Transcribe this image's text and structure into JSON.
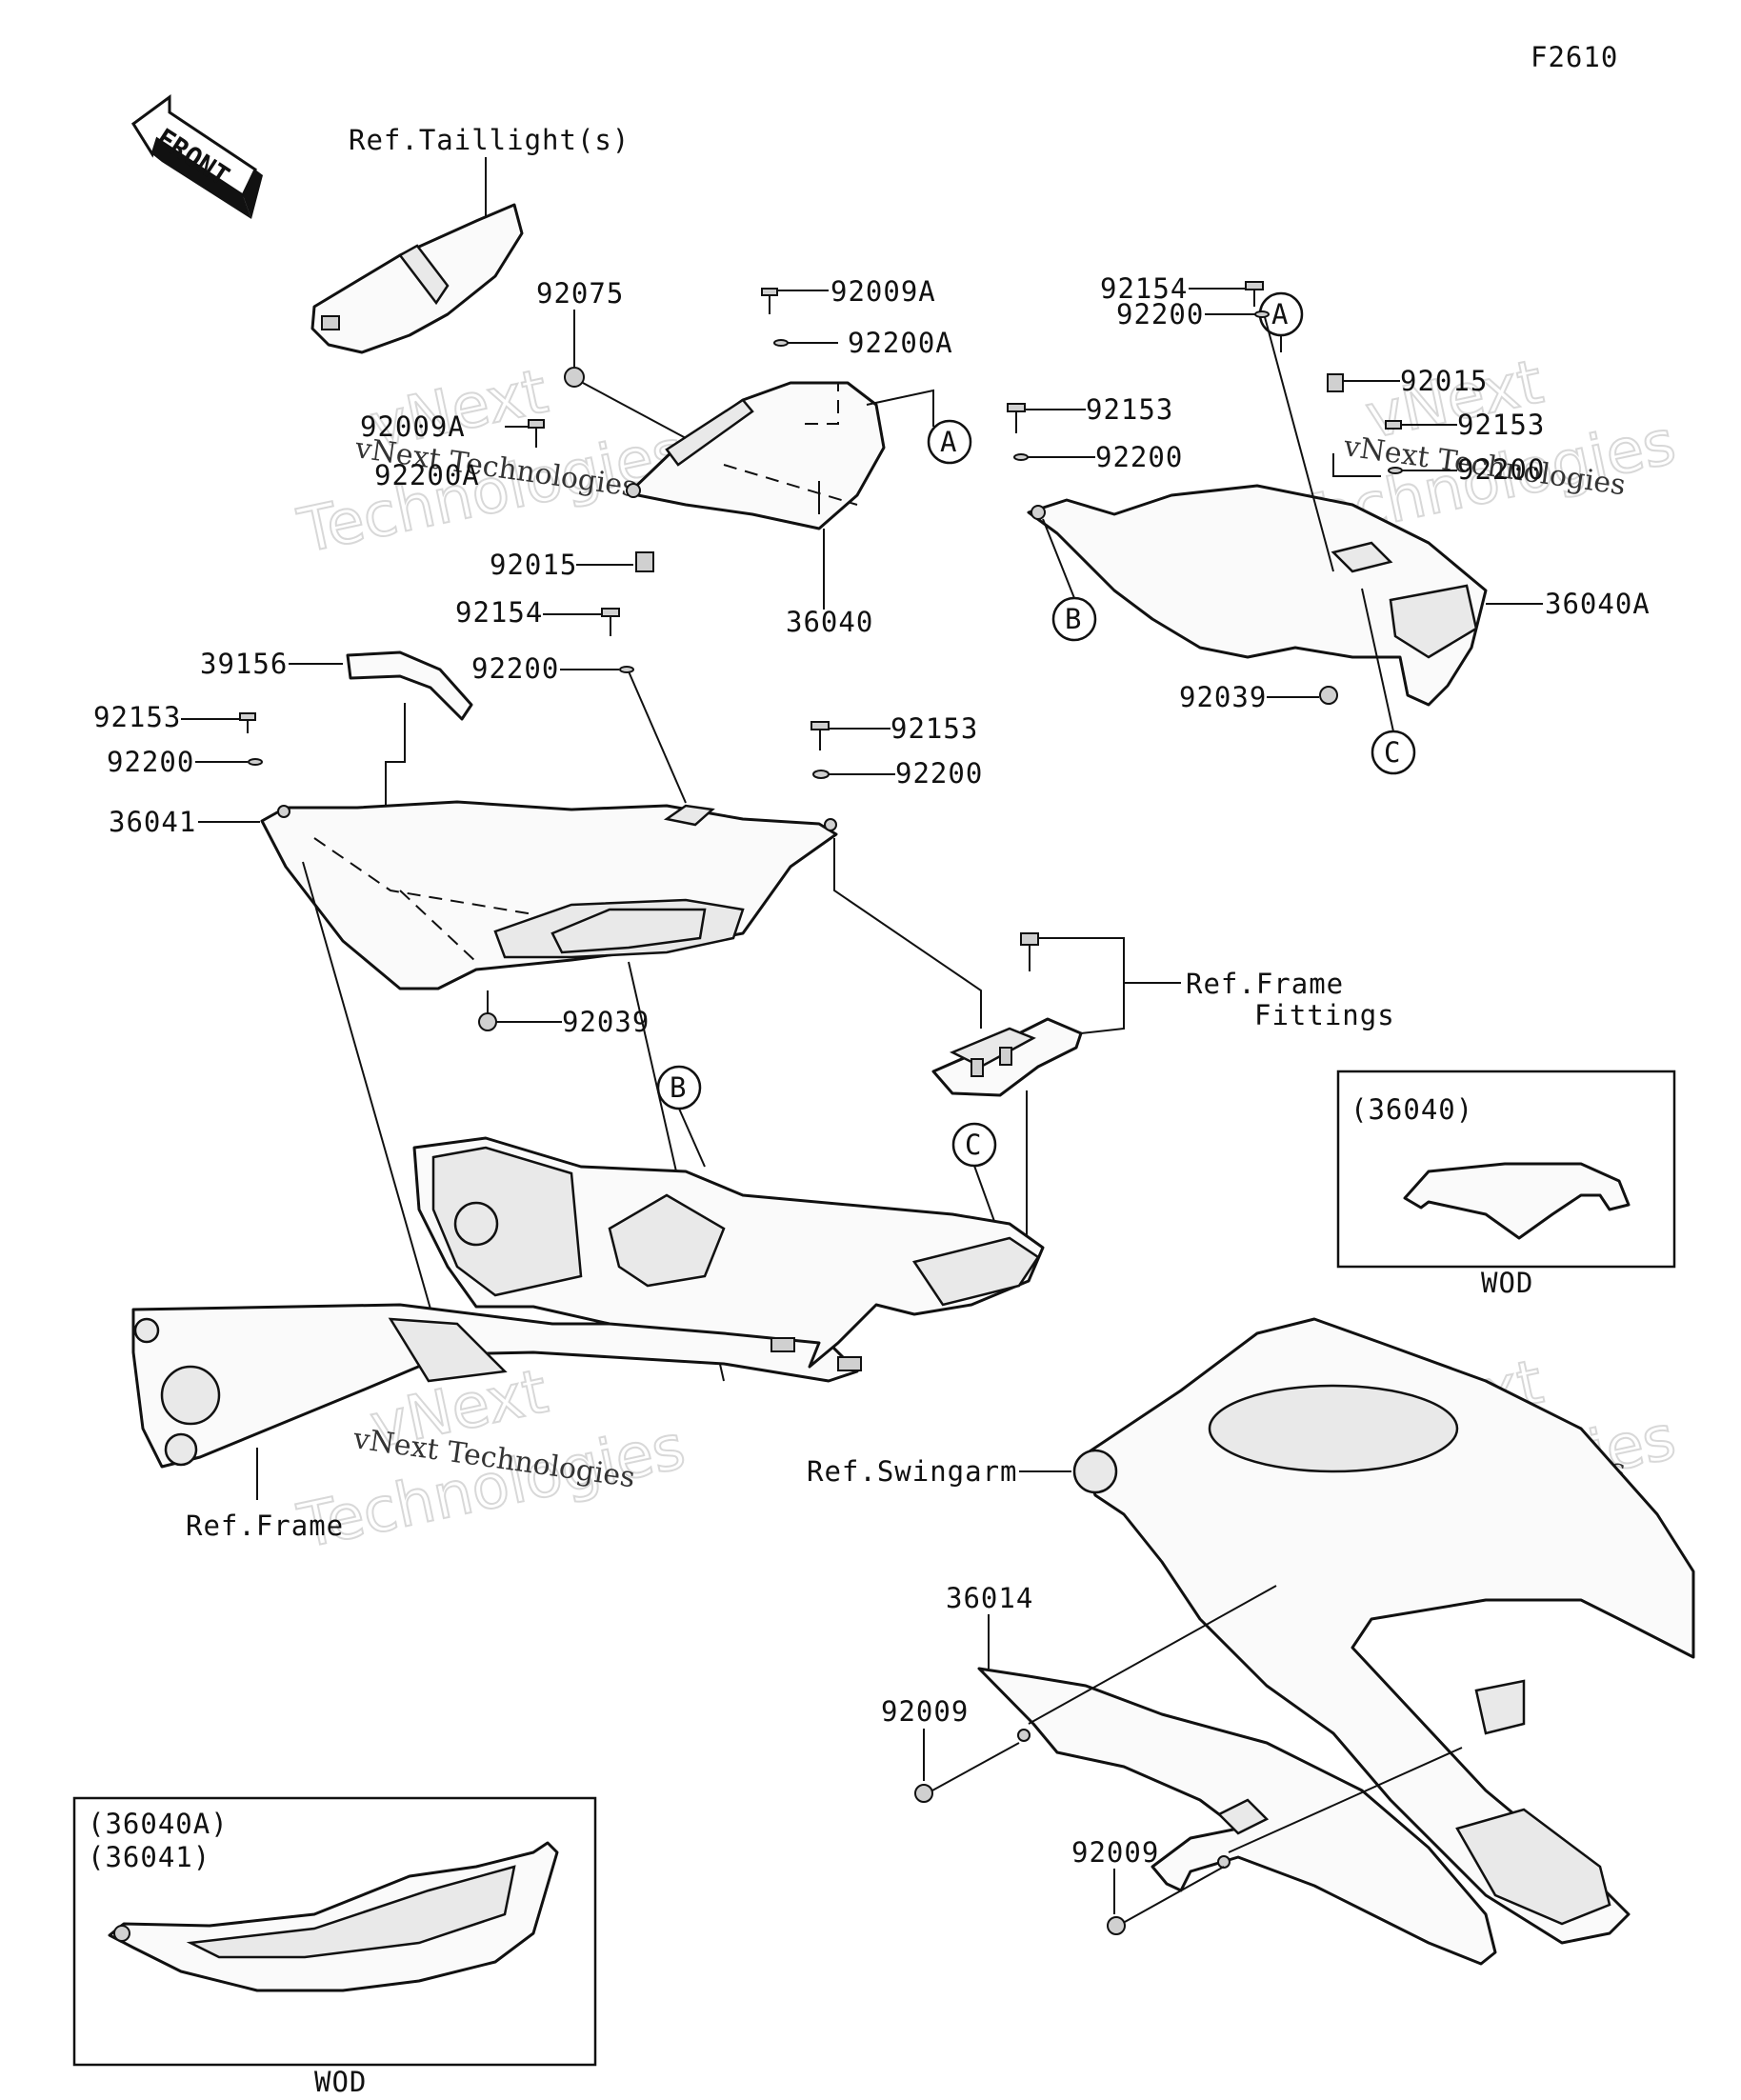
{
  "diagram_code": "F2610",
  "front_arrow": {
    "label": "FRONT",
    "icon": "front-arrow-icon"
  },
  "refs": {
    "taillight": "Ref.Taillight(s)",
    "frame_fittings_1": "Ref.Frame",
    "frame_fittings_2": "Fittings",
    "frame": "Ref.Frame",
    "swingarm": "Ref.Swingarm"
  },
  "callouts": {
    "a": "A",
    "b": "B",
    "c": "C"
  },
  "part_labels": {
    "p92075": "92075",
    "p92009A_top": "92009A",
    "p92200A_top": "92200A",
    "p92009A_left": "92009A",
    "p92200A_left": "92200A",
    "p92015_left": "92015",
    "p36040": "36040",
    "p92154_left": "92154",
    "p92200_left_a": "92200",
    "p39156": "39156",
    "p92153_left": "92153",
    "p92200_left_b": "92200",
    "p36041": "36041",
    "p92039_left": "92039",
    "p92153_mid": "92153",
    "p92200_mid": "92200",
    "p92154_right": "92154",
    "p92200_right_a": "92200",
    "p92015_right": "92015",
    "p92153_right_a": "92153",
    "p92200_right_b": "92200",
    "p92153_right_b": "92153",
    "p92200_right_c": "92200",
    "p36040A": "36040A",
    "p92039_right": "92039",
    "p36014": "36014",
    "p92009_a": "92009",
    "p92009_b": "92009"
  },
  "inset_top": {
    "title": "(36040)",
    "caption": "WOD"
  },
  "inset_bottom": {
    "title_1": "(36040A)",
    "title_2": "(36041)",
    "caption": "WOD"
  },
  "watermark": {
    "brand_1": "vNext",
    "brand_2": "Technologies",
    "small": "vNext Technologies"
  }
}
